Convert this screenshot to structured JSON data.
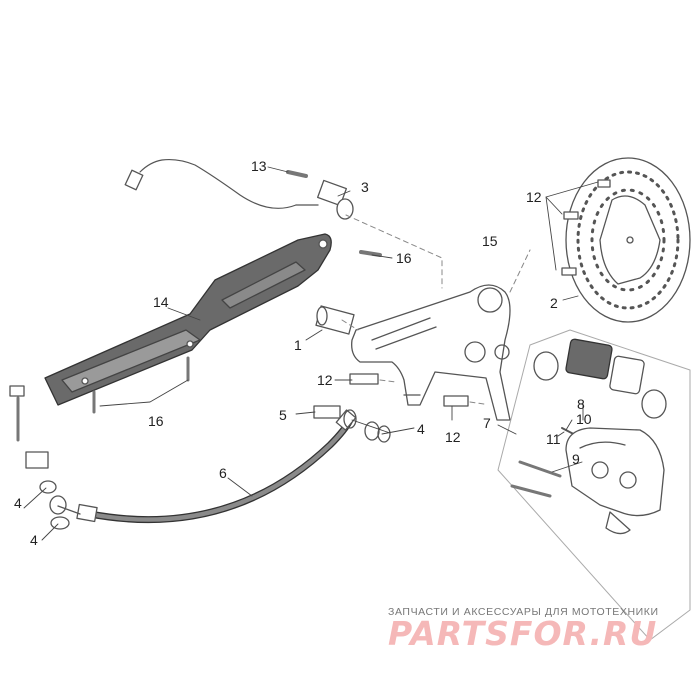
{
  "callouts": {
    "n1": "1",
    "n2": "2",
    "n3": "3",
    "n4a": "4",
    "n4b": "4",
    "n4c": "4",
    "n5": "5",
    "n6": "6",
    "n7": "7",
    "n8": "8",
    "n9": "9",
    "n10": "10",
    "n11": "11",
    "n12a": "12",
    "n12b": "12",
    "n12c": "12",
    "n13": "13",
    "n14": "14",
    "n15": "15",
    "n16a": "16",
    "n16b": "16"
  },
  "watermark": {
    "tagline": "ЗАПЧАСТИ И АКСЕССУАРЫ ДЛЯ МОТОТЕХНИКИ",
    "logo": "PARTSFOR.RU"
  },
  "colors": {
    "line": "#555555",
    "fill_dark": "#6a6a6a",
    "fill_mid": "#9a9a9a",
    "watermark": "#f5b8b8"
  }
}
